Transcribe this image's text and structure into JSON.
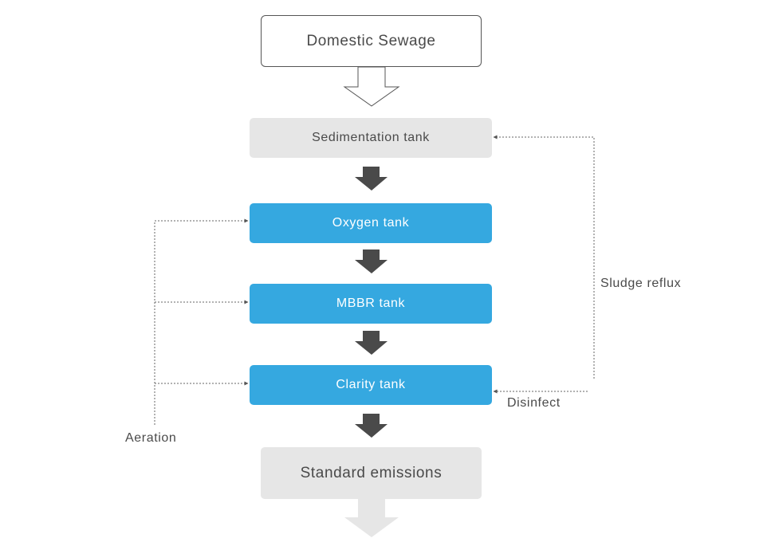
{
  "diagram": {
    "nodes": {
      "domestic_sewage": "Domestic Sewage",
      "sedimentation_tank": "Sedimentation tank",
      "oxygen_tank": "Oxygen tank",
      "mbbr_tank": "MBBR tank",
      "clarity_tank": "Clarity tank",
      "standard_emissions": "Standard emissions"
    },
    "labels": {
      "sludge_reflux": "Sludge reflux",
      "disinfect": "Disinfect",
      "aeration": "Aeration"
    },
    "colors": {
      "process_blue": "#35a8e0",
      "neutral_gray": "#e6e6e6",
      "arrow_dark": "#4a4a4a",
      "text": "#4a4a4a"
    }
  }
}
